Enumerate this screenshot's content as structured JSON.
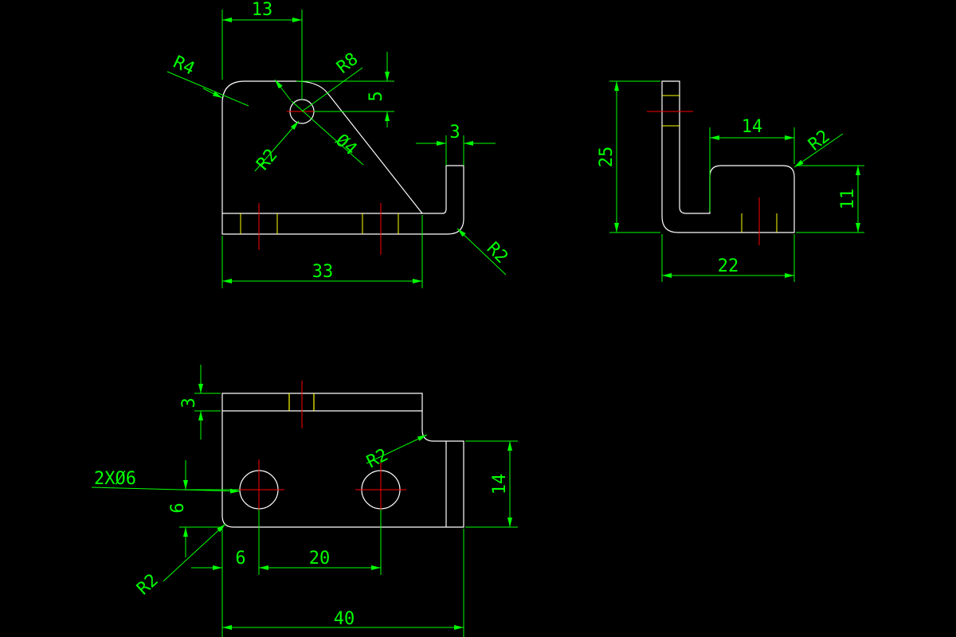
{
  "colors": {
    "background": "#000000",
    "geometry": "#ffffff",
    "dimension": "#00ff00",
    "centerline": "#ff0000",
    "hidden": "#ffff00"
  },
  "front_view": {
    "dim_width_top": "13",
    "dim_r4": "R4",
    "dim_r8": "R8",
    "dim_5": "5",
    "dim_hole": "Ø4",
    "dim_r2_hole": "R2",
    "dim_3": "3",
    "dim_r2_bend": "R2",
    "dim_33": "33"
  },
  "side_view": {
    "dim_25": "25",
    "dim_14": "14",
    "dim_r2": "R2",
    "dim_11": "11",
    "dim_22": "22"
  },
  "top_view": {
    "dim_3": "3",
    "dim_r2_notch": "R2",
    "dim_14": "14",
    "dim_holes": "2XØ6",
    "dim_6_vert": "6",
    "dim_r2_corner": "R2",
    "dim_6_horiz": "6",
    "dim_20": "20",
    "dim_40": "40"
  }
}
